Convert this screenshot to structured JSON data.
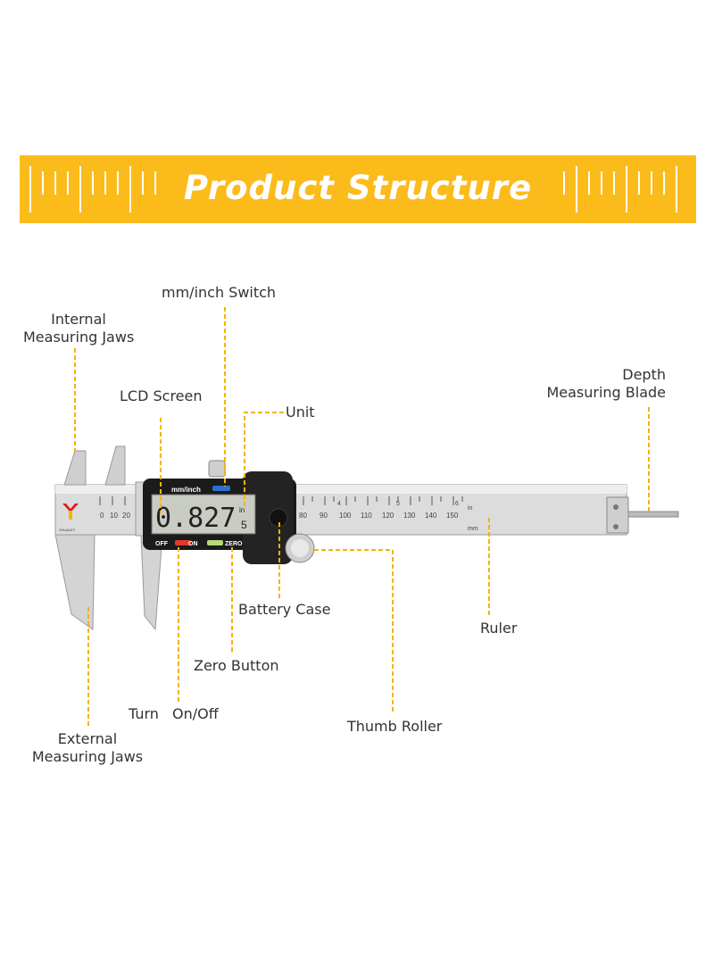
{
  "banner": {
    "title": "Product Structure"
  },
  "callouts": {
    "mm_inch_switch": "mm/inch Switch",
    "internal_jaws_line1": "Internal",
    "internal_jaws_line2": "Measuring Jaws",
    "lcd_screen": "LCD Screen",
    "unit": "Unit",
    "depth_line1": "Depth",
    "depth_line2": "Measuring Blade",
    "battery_case": "Battery Case",
    "ruler": "Ruler",
    "zero_button": "Zero Button",
    "turn": "Turn",
    "on_off": "On/Off",
    "thumb_roller": "Thumb Roller",
    "external_line1": "External",
    "external_line2": "Measuring Jaws"
  },
  "device": {
    "display_reading": "0.827",
    "display_unit": "in",
    "display_fraction": "5",
    "switch_label": "mm/inch",
    "off_label": "OFF",
    "on_label": "ON",
    "zero_label": "ZERO",
    "brand_label": "ZHUALEY",
    "scale_mm_numbers": [
      "0",
      "10",
      "20"
    ],
    "main_scale_numbers": [
      "80",
      "90",
      "100",
      "110",
      "120",
      "130",
      "140",
      "150"
    ],
    "inch_marks": [
      "4",
      "5",
      "6"
    ],
    "unit_in": "in",
    "unit_mm": "mm",
    "colors": {
      "accent": "#fbbb1b",
      "leader": "#f4b400",
      "steel": "#d9d9d9",
      "body": "#1b1b1b",
      "lcd": "#c9ccc3"
    }
  }
}
